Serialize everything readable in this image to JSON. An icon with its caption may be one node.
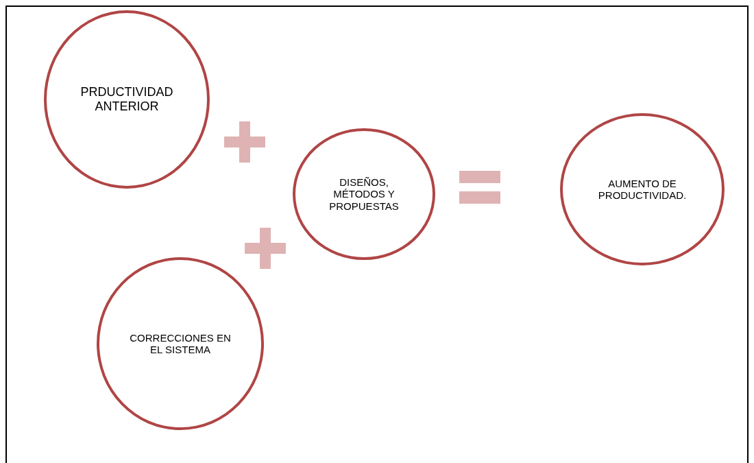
{
  "diagram": {
    "nodes": [
      {
        "text": [
          "PRDUCTIVIDAD ANTERIOR"
        ]
      },
      {
        "text": [
          "DISEÑOS, MÉTODOS Y PROPUESTAS"
        ]
      },
      {
        "text": [
          "AUMENTO DE PRODUCTIVIDAD."
        ]
      },
      {
        "text": [
          "CORRECCIONES EN EL SISTEMA"
        ]
      }
    ]
  }
}
